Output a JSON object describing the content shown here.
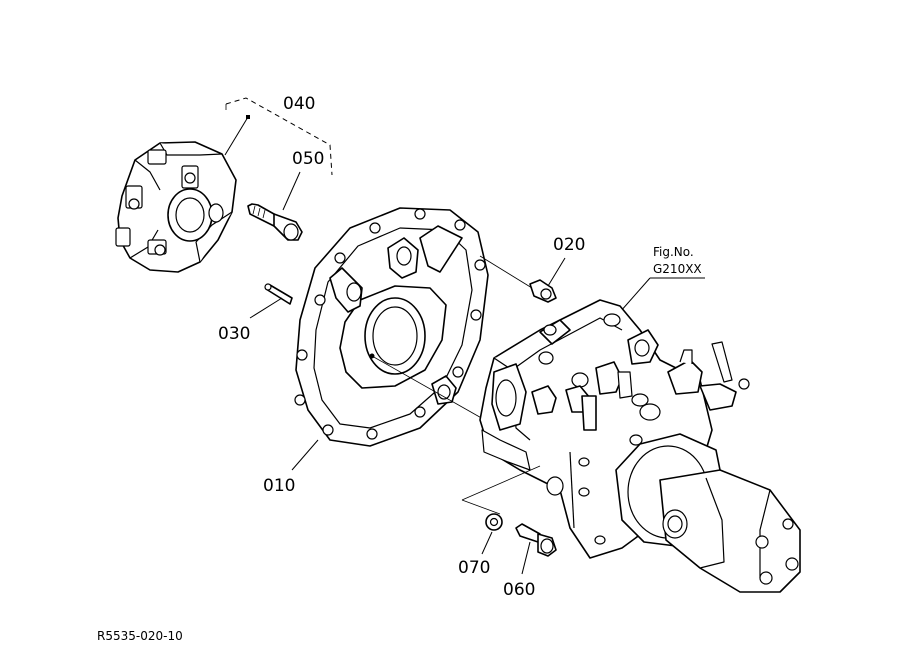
{
  "labels": {
    "p040": "040",
    "p050": "050",
    "p020": "020",
    "p030": "030",
    "p010": "010",
    "p070": "070",
    "p060": "060"
  },
  "fig_ref": {
    "line1": "Fig.No.",
    "line2": "G210XX"
  },
  "drawing_code": "R5535-020-10"
}
